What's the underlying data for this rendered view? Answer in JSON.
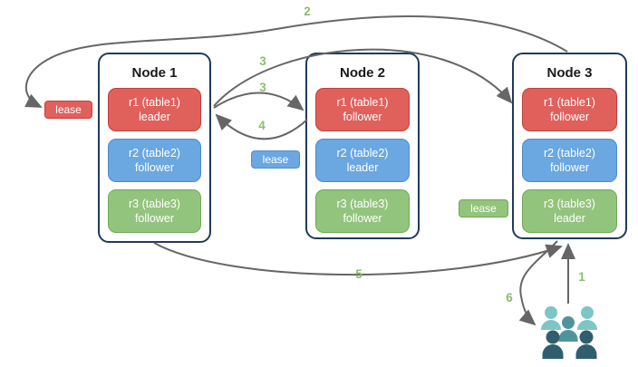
{
  "diagram": {
    "nodes": [
      {
        "title": "Node 1",
        "replicas": [
          {
            "name": "r1 (table1)",
            "role": "leader",
            "color": "red"
          },
          {
            "name": "r2 (table2)",
            "role": "follower",
            "color": "blue"
          },
          {
            "name": "r3 (table3)",
            "role": "follower",
            "color": "green"
          }
        ]
      },
      {
        "title": "Node 2",
        "replicas": [
          {
            "name": "r1 (table1)",
            "role": "follower",
            "color": "red"
          },
          {
            "name": "r2 (table2)",
            "role": "leader",
            "color": "blue"
          },
          {
            "name": "r3 (table3)",
            "role": "follower",
            "color": "green"
          }
        ]
      },
      {
        "title": "Node 3",
        "replicas": [
          {
            "name": "r1 (table1)",
            "role": "follower",
            "color": "red"
          },
          {
            "name": "r2 (table2)",
            "role": "follower",
            "color": "blue"
          },
          {
            "name": "r3 (table3)",
            "role": "leader",
            "color": "green"
          }
        ]
      }
    ],
    "leases": [
      {
        "label": "lease",
        "color": "red"
      },
      {
        "label": "lease",
        "color": "blue"
      },
      {
        "label": "lease",
        "color": "green"
      }
    ],
    "arrow_labels": [
      "2",
      "3",
      "3",
      "4",
      "5",
      "6",
      "1"
    ],
    "icons": {
      "users": "users-group-icon"
    },
    "colors": {
      "replica_red": "#E0605C",
      "replica_blue": "#6BA7E0",
      "replica_green": "#93C47D",
      "node_border": "#1F3A5F",
      "arrow_gray": "#666666",
      "label_green": "#8CBE6C",
      "users_light_teal": "#7EC5C6",
      "users_mid_teal": "#4F949B",
      "users_dark_teal": "#305E6E"
    }
  }
}
